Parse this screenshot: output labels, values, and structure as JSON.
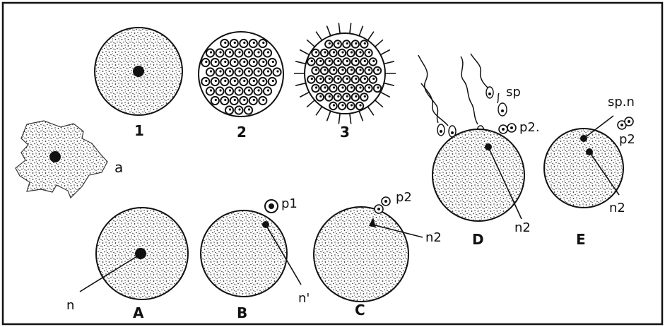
{
  "panels": {
    "a": {
      "caption": "a"
    },
    "one": {
      "caption": "1"
    },
    "two": {
      "caption": "2"
    },
    "three": {
      "caption": "3"
    },
    "A": {
      "caption": "A",
      "pointer": "n"
    },
    "B": {
      "caption": "B",
      "pointer": "n'",
      "polar": "p1"
    },
    "C": {
      "caption": "C",
      "pointer": "n2",
      "polar": "p2"
    },
    "D": {
      "caption": "D",
      "pointer": "n2",
      "polar": "p2.",
      "sperm": "sp"
    },
    "E": {
      "caption": "E",
      "pointer": "n2",
      "polar": "p2",
      "sperm_nucleus": "sp.n"
    }
  },
  "colors": {
    "ink": "#111111",
    "paper": "#ffffff"
  }
}
